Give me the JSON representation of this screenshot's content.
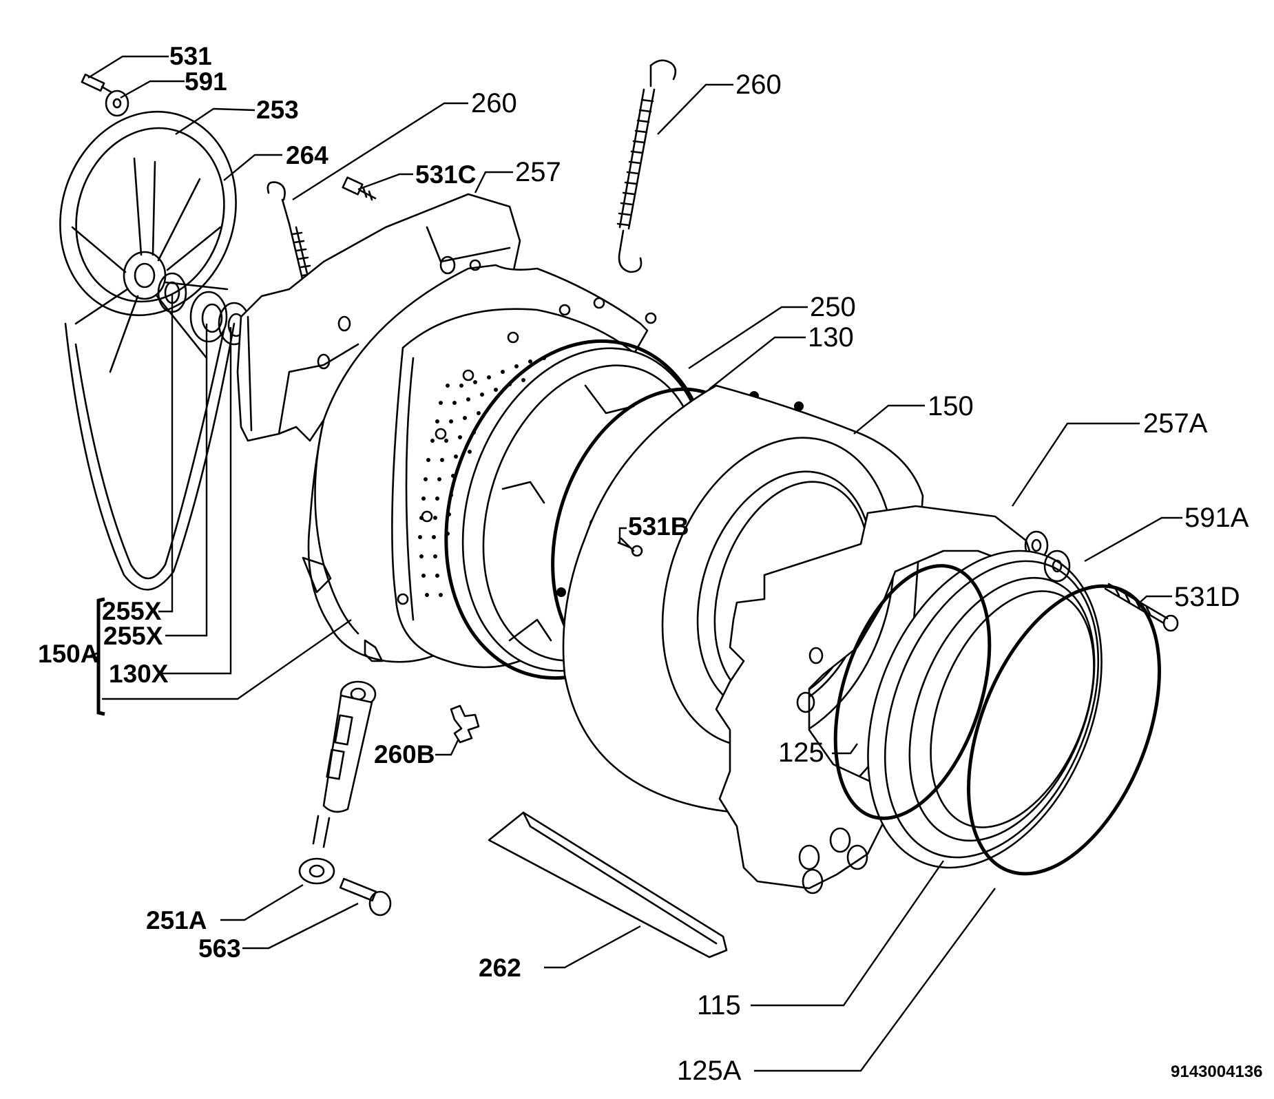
{
  "labels": {
    "p531": "531",
    "p591": "591",
    "p253": "253",
    "p264": "264",
    "p260a": "260",
    "p531c": "531C",
    "p257": "257",
    "p260b": "260",
    "p250": "250",
    "p130": "130",
    "p150": "150",
    "p257a": "257A",
    "p591a": "591A",
    "p531b": "531B",
    "p531d": "531D",
    "p255x1": "255X",
    "p255x2": "255X",
    "p150a": "150A",
    "p130x": "130X",
    "p260bclip": "260B",
    "p125": "125",
    "p251a": "251A",
    "p563": "563",
    "p262": "262",
    "p115": "115",
    "p125a": "125A"
  },
  "document_number": "9143004136"
}
